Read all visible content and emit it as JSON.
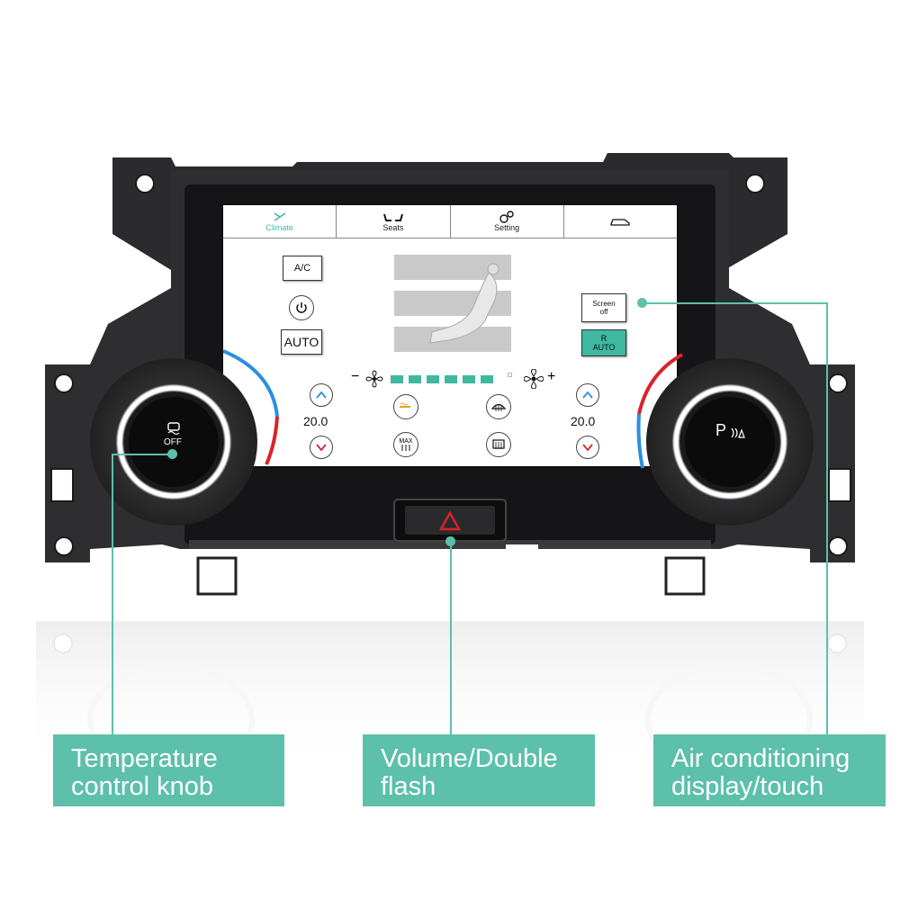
{
  "screen": {
    "tabs": [
      {
        "label": "Climate",
        "icon": "climate-icon",
        "active": true
      },
      {
        "label": "Seats",
        "icon": "seats-icon",
        "active": false
      },
      {
        "label": "Setting",
        "icon": "settings-icon",
        "active": false
      },
      {
        "label": "",
        "icon": "car-icon",
        "active": false
      }
    ],
    "ac_label": "A/C",
    "auto_label": "AUTO",
    "screen_off_label_1": "Screen",
    "screen_off_label_2": "off",
    "recirc_label_top": "R",
    "recirc_label": "AUTO",
    "fan_minus": "−",
    "fan_plus": "+",
    "fan_level": 6,
    "fan_max": 7,
    "left_temp": "20.0",
    "right_temp": "20.0",
    "max_label": "MAX"
  },
  "knobs": {
    "left_label": "OFF",
    "right_label": "P"
  },
  "callouts": {
    "left_line1": "Temperature",
    "left_line2": "control knob",
    "middle_line1": "Volume/Double",
    "middle_line2": "flash",
    "right_line1": "Air conditioning",
    "right_line2": "display/touch"
  },
  "colors": {
    "accent": "#5cc0ab",
    "fan_bar": "#3fb8a0",
    "hot": "#d8222a",
    "cold": "#2a8fe0",
    "bezel": "#2b2b2d"
  }
}
